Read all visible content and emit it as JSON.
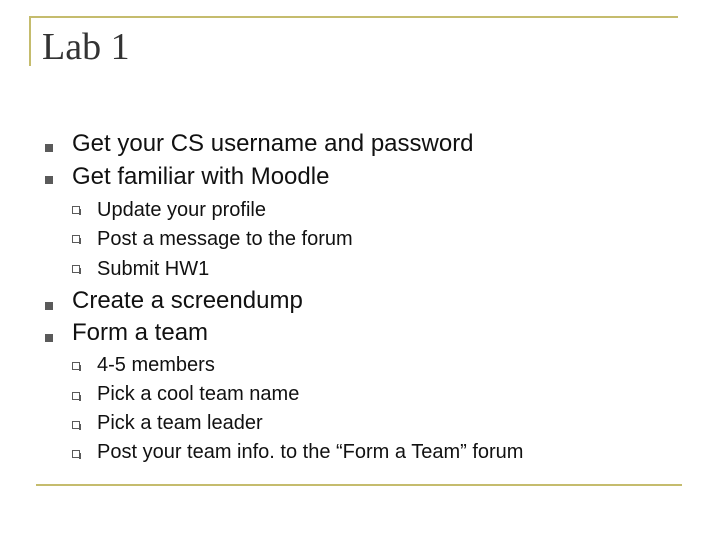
{
  "slide": {
    "title": "Lab 1",
    "items": [
      {
        "level": 1,
        "text": "Get your CS username and password"
      },
      {
        "level": 1,
        "text": "Get familiar with Moodle"
      },
      {
        "level": 2,
        "text": "Update your profile"
      },
      {
        "level": 2,
        "text": "Post a message to the forum"
      },
      {
        "level": 2,
        "text": "Submit HW1"
      },
      {
        "level": 1,
        "text": "Create a screendump"
      },
      {
        "level": 1,
        "text": "Form a team"
      },
      {
        "level": 2,
        "text": "4-5 members"
      },
      {
        "level": 2,
        "text": "Pick a cool team name"
      },
      {
        "level": 2,
        "text": "Pick a team leader"
      },
      {
        "level": 2,
        "text": "Post your team info. to the “Form a Team” forum"
      }
    ]
  },
  "colors": {
    "accent": "#c5bc6d",
    "bullet": "#5a5a5a",
    "text": "#111111"
  }
}
